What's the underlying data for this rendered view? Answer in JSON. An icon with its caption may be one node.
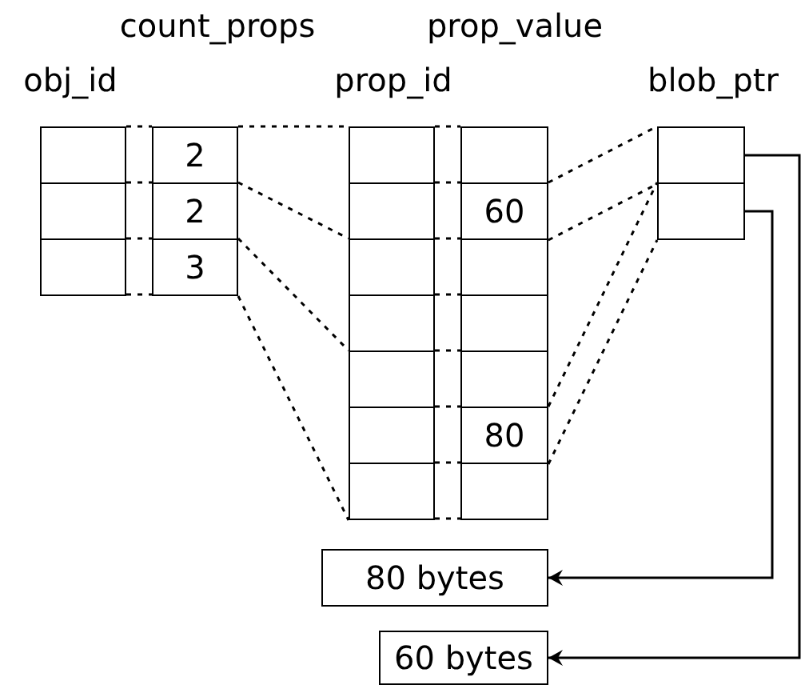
{
  "diagram": {
    "nodes": [
      {
        "text": [],
        "shape": "box"
      },
      {
        "text": [],
        "shape": "box"
      },
      {
        "text": [],
        "shape": "box"
      },
      {
        "text": [
          "2"
        ]
      },
      {
        "text": [
          "2"
        ]
      },
      {
        "text": [
          "3"
        ]
      },
      {
        "text": [],
        "shape": "box"
      },
      {
        "text": [],
        "shape": "box"
      },
      {
        "text": [],
        "shape": "box"
      },
      {
        "text": [],
        "shape": "box"
      },
      {
        "text": [],
        "shape": "box"
      },
      {
        "text": [],
        "shape": "box"
      },
      {
        "text": [],
        "shape": "box"
      },
      {
        "text": [],
        "shape": "box"
      },
      {
        "text": [
          "60"
        ]
      },
      {
        "text": [],
        "shape": "box"
      },
      {
        "text": [],
        "shape": "box"
      },
      {
        "text": [],
        "shape": "box"
      },
      {
        "text": [
          "80"
        ]
      },
      {
        "text": [],
        "shape": "box"
      },
      {
        "text": [],
        "shape": "box"
      },
      {
        "text": [],
        "shape": "box"
      },
      {
        "text": [
          "80 bytes"
        ]
      },
      {
        "text": [
          "60 bytes"
        ]
      }
    ],
    "edges": [
      {
        "from": 3,
        "to": 6,
        "arrow": "none",
        "style": "dashed"
      },
      {
        "from": 4,
        "to": 8,
        "arrow": "none",
        "style": "dashed"
      },
      {
        "from": 5,
        "to": 10,
        "arrow": "none",
        "style": "dashed"
      },
      {
        "from": 5,
        "to": 12,
        "arrow": "none",
        "style": "dashed"
      },
      {
        "from": 14,
        "to": 20,
        "arrow": "none",
        "style": "dashed"
      },
      {
        "from": 14,
        "to": 20,
        "arrow": "none",
        "style": "dashed"
      },
      {
        "from": 18,
        "to": 21,
        "arrow": "none",
        "style": "dashed"
      },
      {
        "from": 18,
        "to": 21,
        "arrow": "none",
        "style": "dashed"
      },
      {
        "from": 20,
        "to": 23,
        "arrow": "to"
      },
      {
        "from": 21,
        "to": 22,
        "arrow": "to"
      }
    ],
    "labels": [
      "count_props",
      "prop_value",
      "obj_id",
      "prop_id",
      "blob_ptr"
    ]
  }
}
